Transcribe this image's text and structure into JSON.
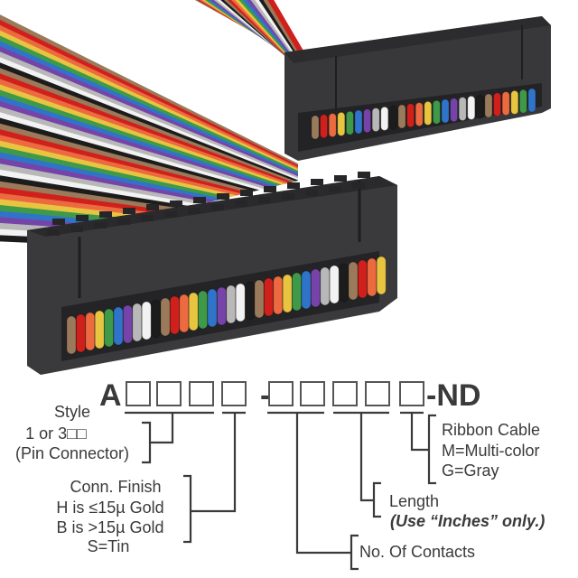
{
  "product": {
    "type": "Ribbon cable assembly with two IDC socket connectors",
    "wire_colors": [
      "#9a7a5a",
      "#d0201c",
      "#ec6a40",
      "#e8c540",
      "#3e9a48",
      "#2f74c8",
      "#7644a8",
      "#b8b8b8",
      "#f2f2f2",
      "#1c1c1c"
    ],
    "connector_color": "#3a3a3c"
  },
  "part_number": {
    "prefix": "A",
    "group1_boxes": 4,
    "separator": "-",
    "group2_boxes": 5,
    "suffix": "-ND"
  },
  "legend": {
    "style": {
      "title": "Style",
      "line1": "1 or 3□□",
      "line2": "(Pin Connector)"
    },
    "finish": {
      "title": "Conn. Finish",
      "line1": "H is ≤15µ Gold",
      "line2": "B is >15µ Gold",
      "line3": "S=Tin"
    },
    "contacts": {
      "title": "No. Of Contacts"
    },
    "length": {
      "title": "Length",
      "note": "(Use “Inches” only.)"
    },
    "cable": {
      "title": "Ribbon Cable",
      "line1": "M=Multi-color",
      "line2": "G=Gray"
    }
  }
}
